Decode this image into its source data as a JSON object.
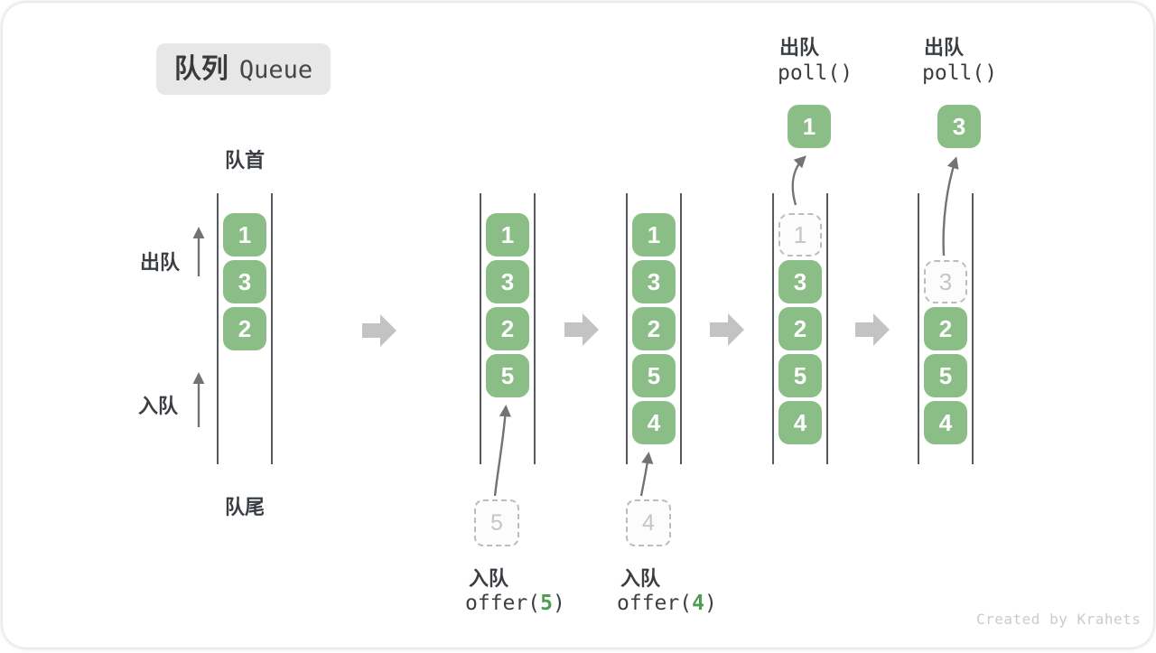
{
  "title": {
    "zh": "队列",
    "en": "Queue"
  },
  "side_labels": {
    "front": "队首",
    "rear": "队尾",
    "dequeue": "出队",
    "enqueue": "入队"
  },
  "states": [
    {
      "id": "initial",
      "cells": [
        {
          "type": "solid",
          "value": "1"
        },
        {
          "type": "solid",
          "value": "3"
        },
        {
          "type": "solid",
          "value": "2"
        }
      ]
    },
    {
      "id": "after-offer-5",
      "cells": [
        {
          "type": "solid",
          "value": "1"
        },
        {
          "type": "solid",
          "value": "3"
        },
        {
          "type": "solid",
          "value": "2"
        },
        {
          "type": "solid",
          "value": "5"
        }
      ],
      "op": {
        "type": "enqueue",
        "label": "入队",
        "code": {
          "pre": "offer(",
          "arg": "5",
          "post": ")"
        },
        "incoming_value": "5"
      }
    },
    {
      "id": "after-offer-4",
      "cells": [
        {
          "type": "solid",
          "value": "1"
        },
        {
          "type": "solid",
          "value": "3"
        },
        {
          "type": "solid",
          "value": "2"
        },
        {
          "type": "solid",
          "value": "5"
        },
        {
          "type": "solid",
          "value": "4"
        }
      ],
      "op": {
        "type": "enqueue",
        "label": "入队",
        "code": {
          "pre": "offer(",
          "arg": "4",
          "post": ")"
        },
        "incoming_value": "4"
      }
    },
    {
      "id": "after-poll-1",
      "cells": [
        {
          "type": "ghost",
          "value": "1"
        },
        {
          "type": "solid",
          "value": "3"
        },
        {
          "type": "solid",
          "value": "2"
        },
        {
          "type": "solid",
          "value": "5"
        },
        {
          "type": "solid",
          "value": "4"
        }
      ],
      "op": {
        "type": "dequeue",
        "label": "出队",
        "code_text": "poll()",
        "removed_value": "1"
      }
    },
    {
      "id": "after-poll-3",
      "cells": [
        {
          "type": "empty",
          "value": ""
        },
        {
          "type": "ghost",
          "value": "3"
        },
        {
          "type": "solid",
          "value": "2"
        },
        {
          "type": "solid",
          "value": "5"
        },
        {
          "type": "solid",
          "value": "4"
        }
      ],
      "op": {
        "type": "dequeue",
        "label": "出队",
        "code_text": "poll()",
        "removed_value": "3"
      }
    }
  ],
  "watermark": "Created by Krahets",
  "colors": {
    "cell_green": "#8bbd87",
    "cell_text": "#ffffff",
    "ghost_border": "#bcbcbc",
    "ghost_text": "#c5c5c5",
    "wall": "#55585c",
    "big_arrow": "#c3c3c3",
    "thin_arrow": "#717476",
    "title_bg": "#e7e7e7",
    "text_dark": "#3a3e42",
    "code_arg_green": "#4d9e50",
    "watermark_gray": "#cbcbcb"
  }
}
